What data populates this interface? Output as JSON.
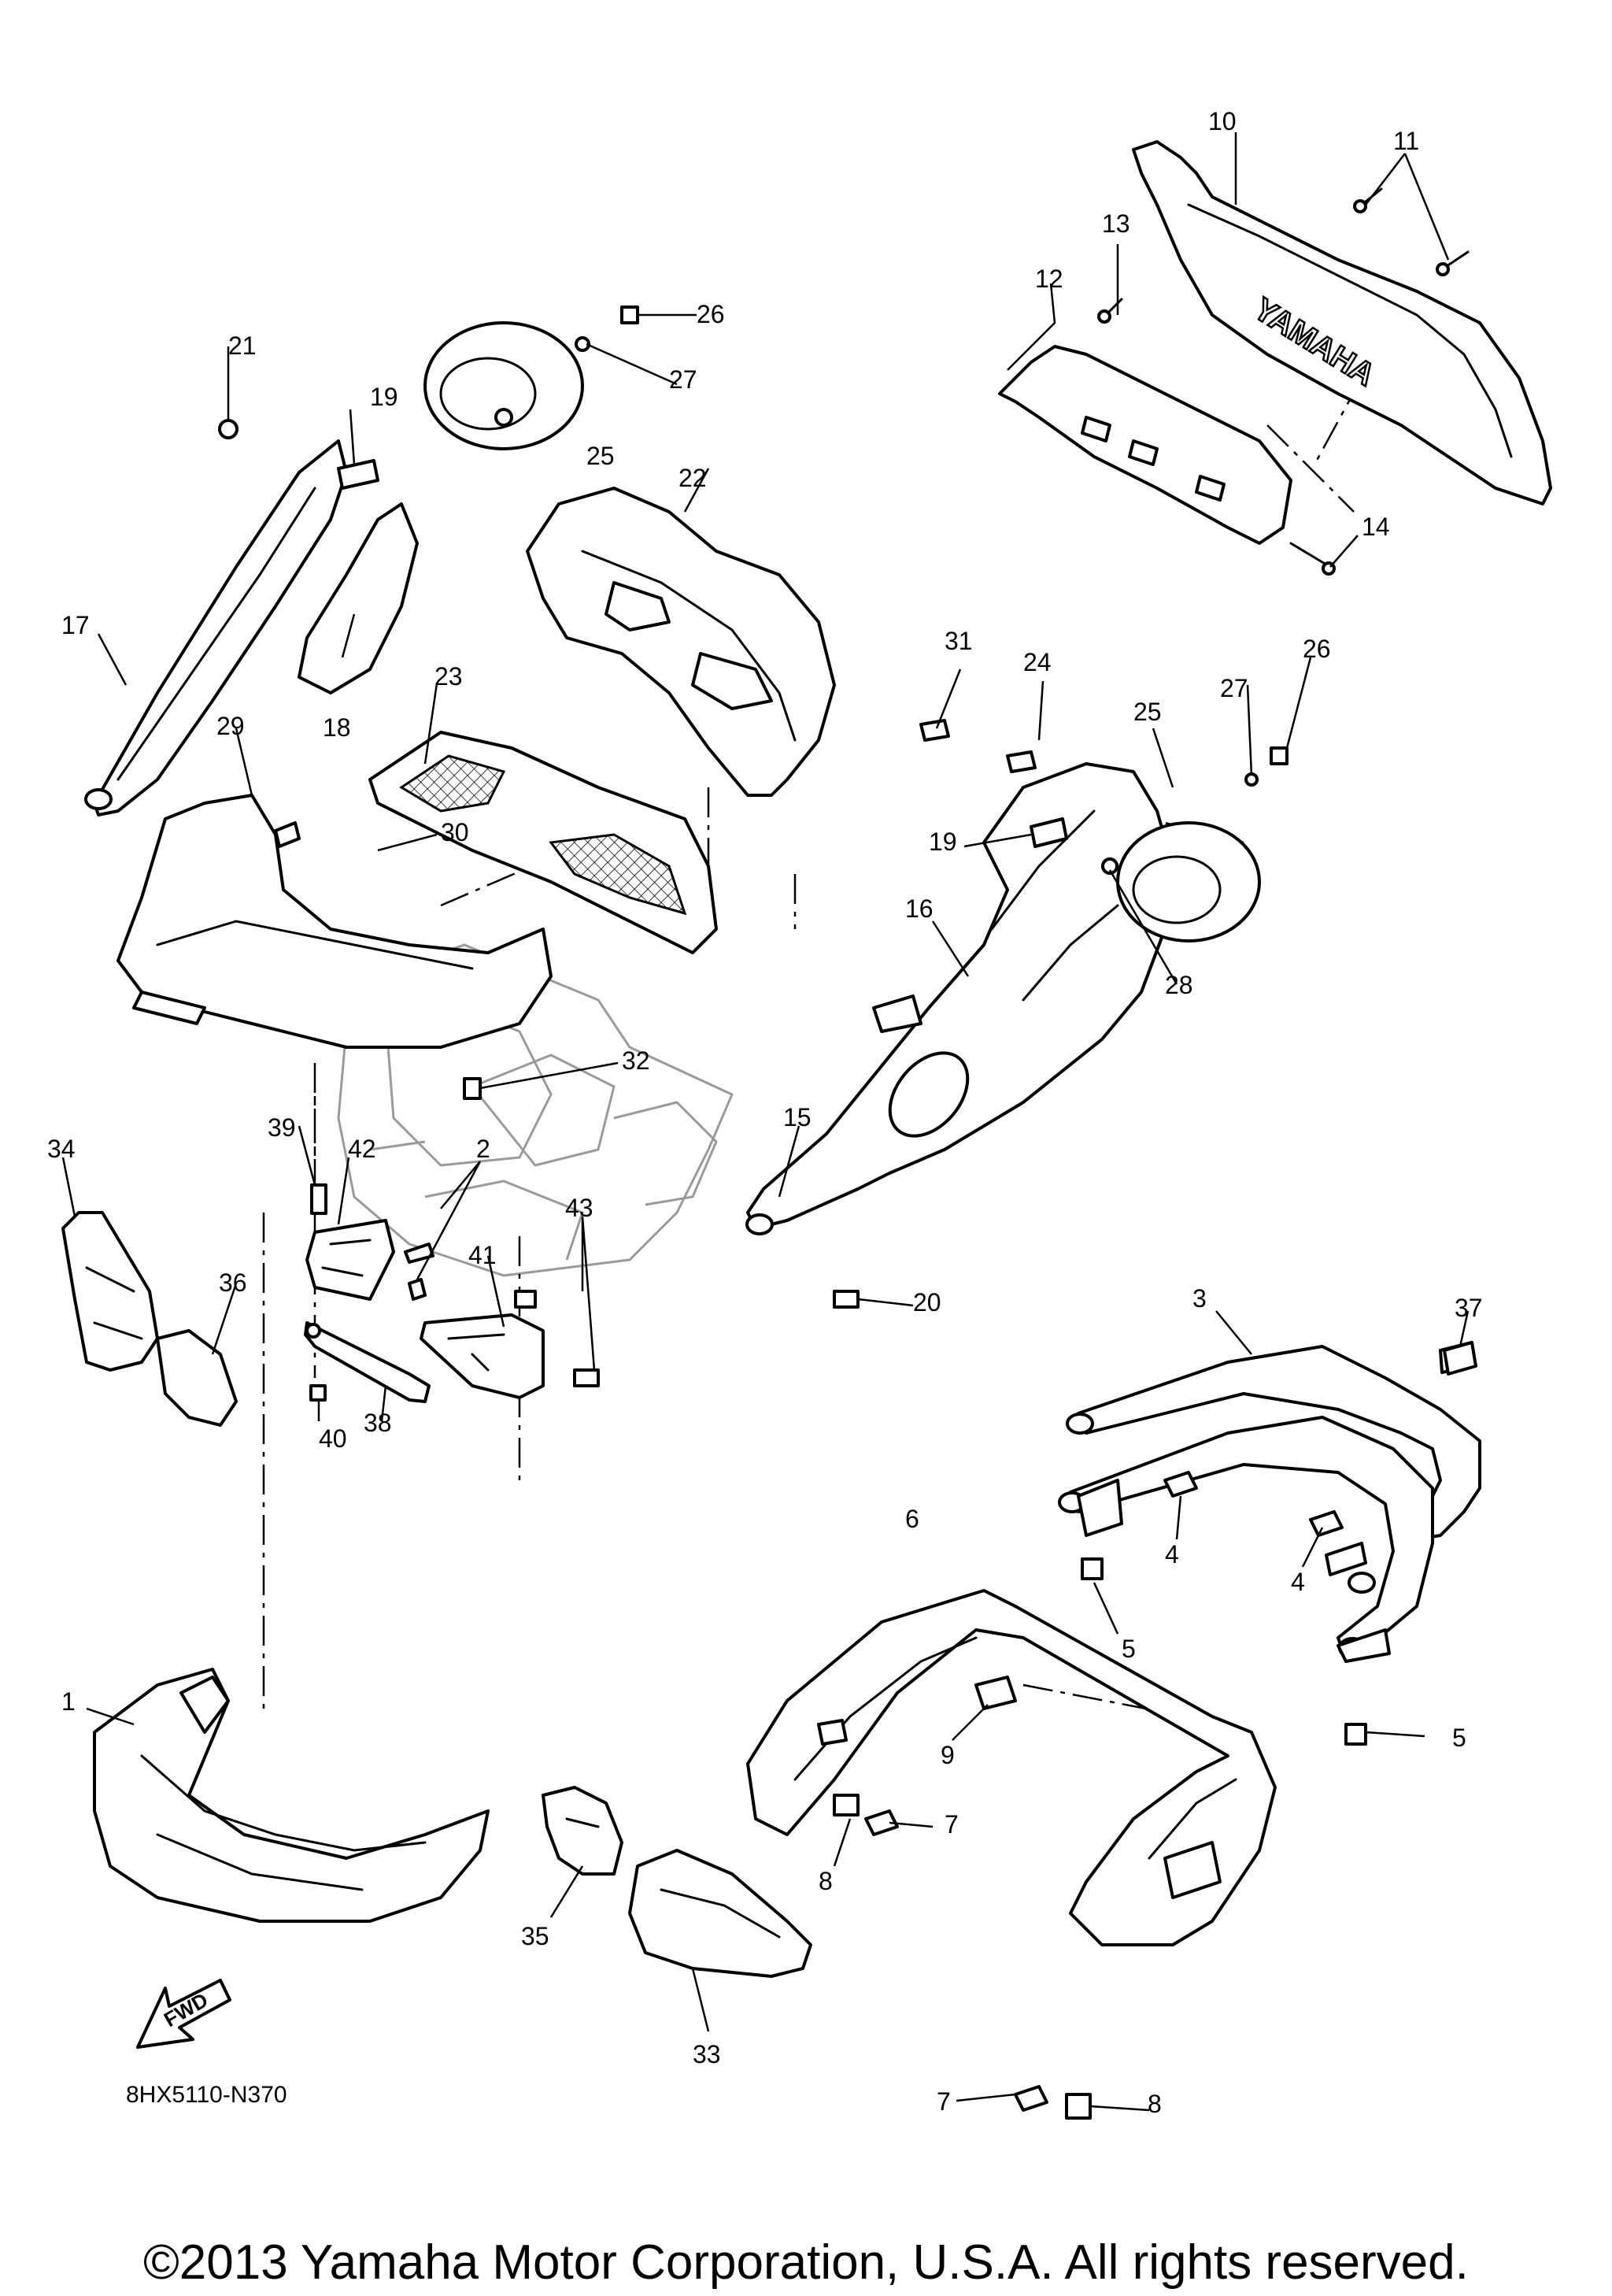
{
  "diagram_code": "8HX5110-N370",
  "fwd_label": "FWD",
  "tail_emboss": "YAMAHA",
  "copyright": "©2013 Yamaha Motor Corporation, U.S.A. All rights reserved.",
  "callouts": [
    "1",
    "2",
    "3",
    "4",
    "5",
    "6",
    "7",
    "8",
    "9",
    "10",
    "11",
    "12",
    "13",
    "14",
    "15",
    "16",
    "17",
    "18",
    "19",
    "20",
    "21",
    "22",
    "23",
    "24",
    "25",
    "26",
    "27",
    "28",
    "29",
    "30",
    "31",
    "32",
    "33",
    "34",
    "35",
    "36",
    "37",
    "38",
    "39",
    "40",
    "41",
    "42",
    "43"
  ]
}
